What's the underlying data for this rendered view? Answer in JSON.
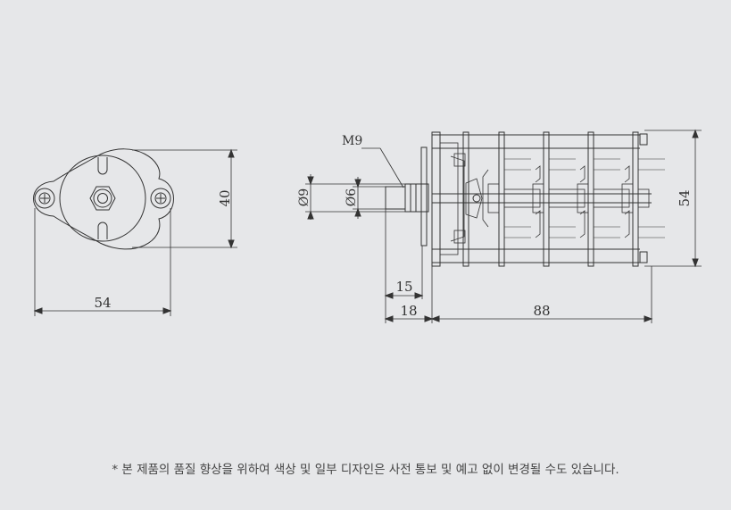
{
  "drawing": {
    "front_view": {
      "dim_height": "40",
      "dim_width": "54"
    },
    "side_view": {
      "thread_label": "M9",
      "dia_outer": "Ø9",
      "dia_shaft": "Ø6",
      "dim_shaft_len": "15",
      "dim_bush_len": "18",
      "dim_body_len": "88",
      "dim_height": "54"
    }
  },
  "footnote": "* 본 제품의 품질 향상을 위하여 색상 및 일부 디자인은 사전 통보 및 예고 없이 변경될 수도 있습니다.",
  "colors": {
    "background": "#e6e7e9",
    "line": "#333333"
  }
}
